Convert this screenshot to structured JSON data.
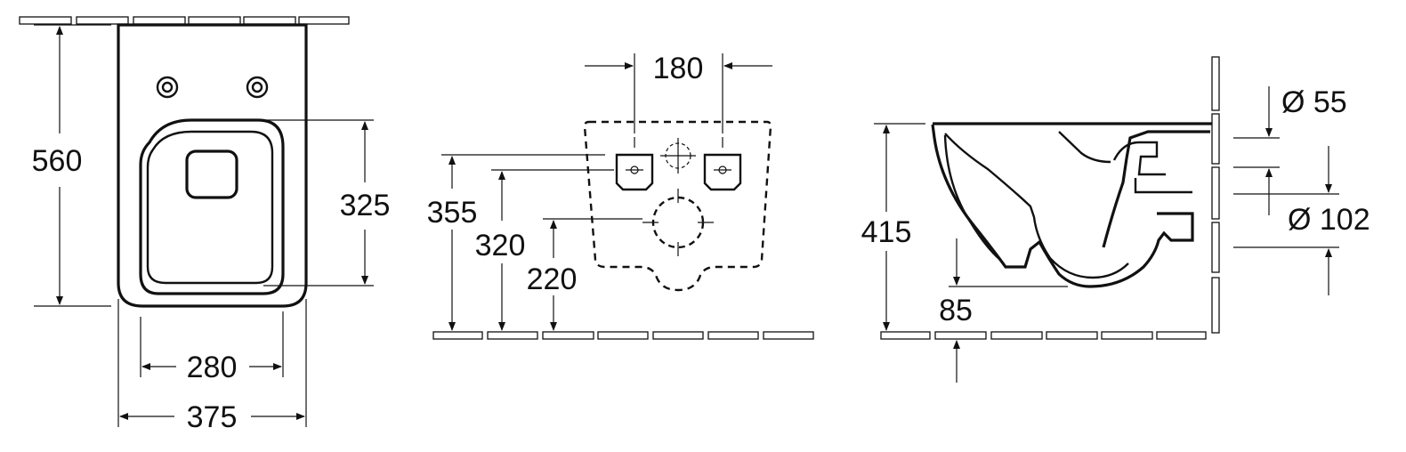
{
  "views": {
    "top": {
      "dims": {
        "length": "560",
        "seat_depth": "325",
        "inner_width": "280",
        "outer_width": "375"
      }
    },
    "rear": {
      "dims": {
        "fixing_spacing": "180",
        "height_a": "355",
        "height_b": "320",
        "height_c": "220"
      }
    },
    "side": {
      "dims": {
        "rim_height": "415",
        "floor_clearance": "85",
        "inlet_dia": "Ø 55",
        "outlet_dia": "Ø 102"
      }
    }
  }
}
